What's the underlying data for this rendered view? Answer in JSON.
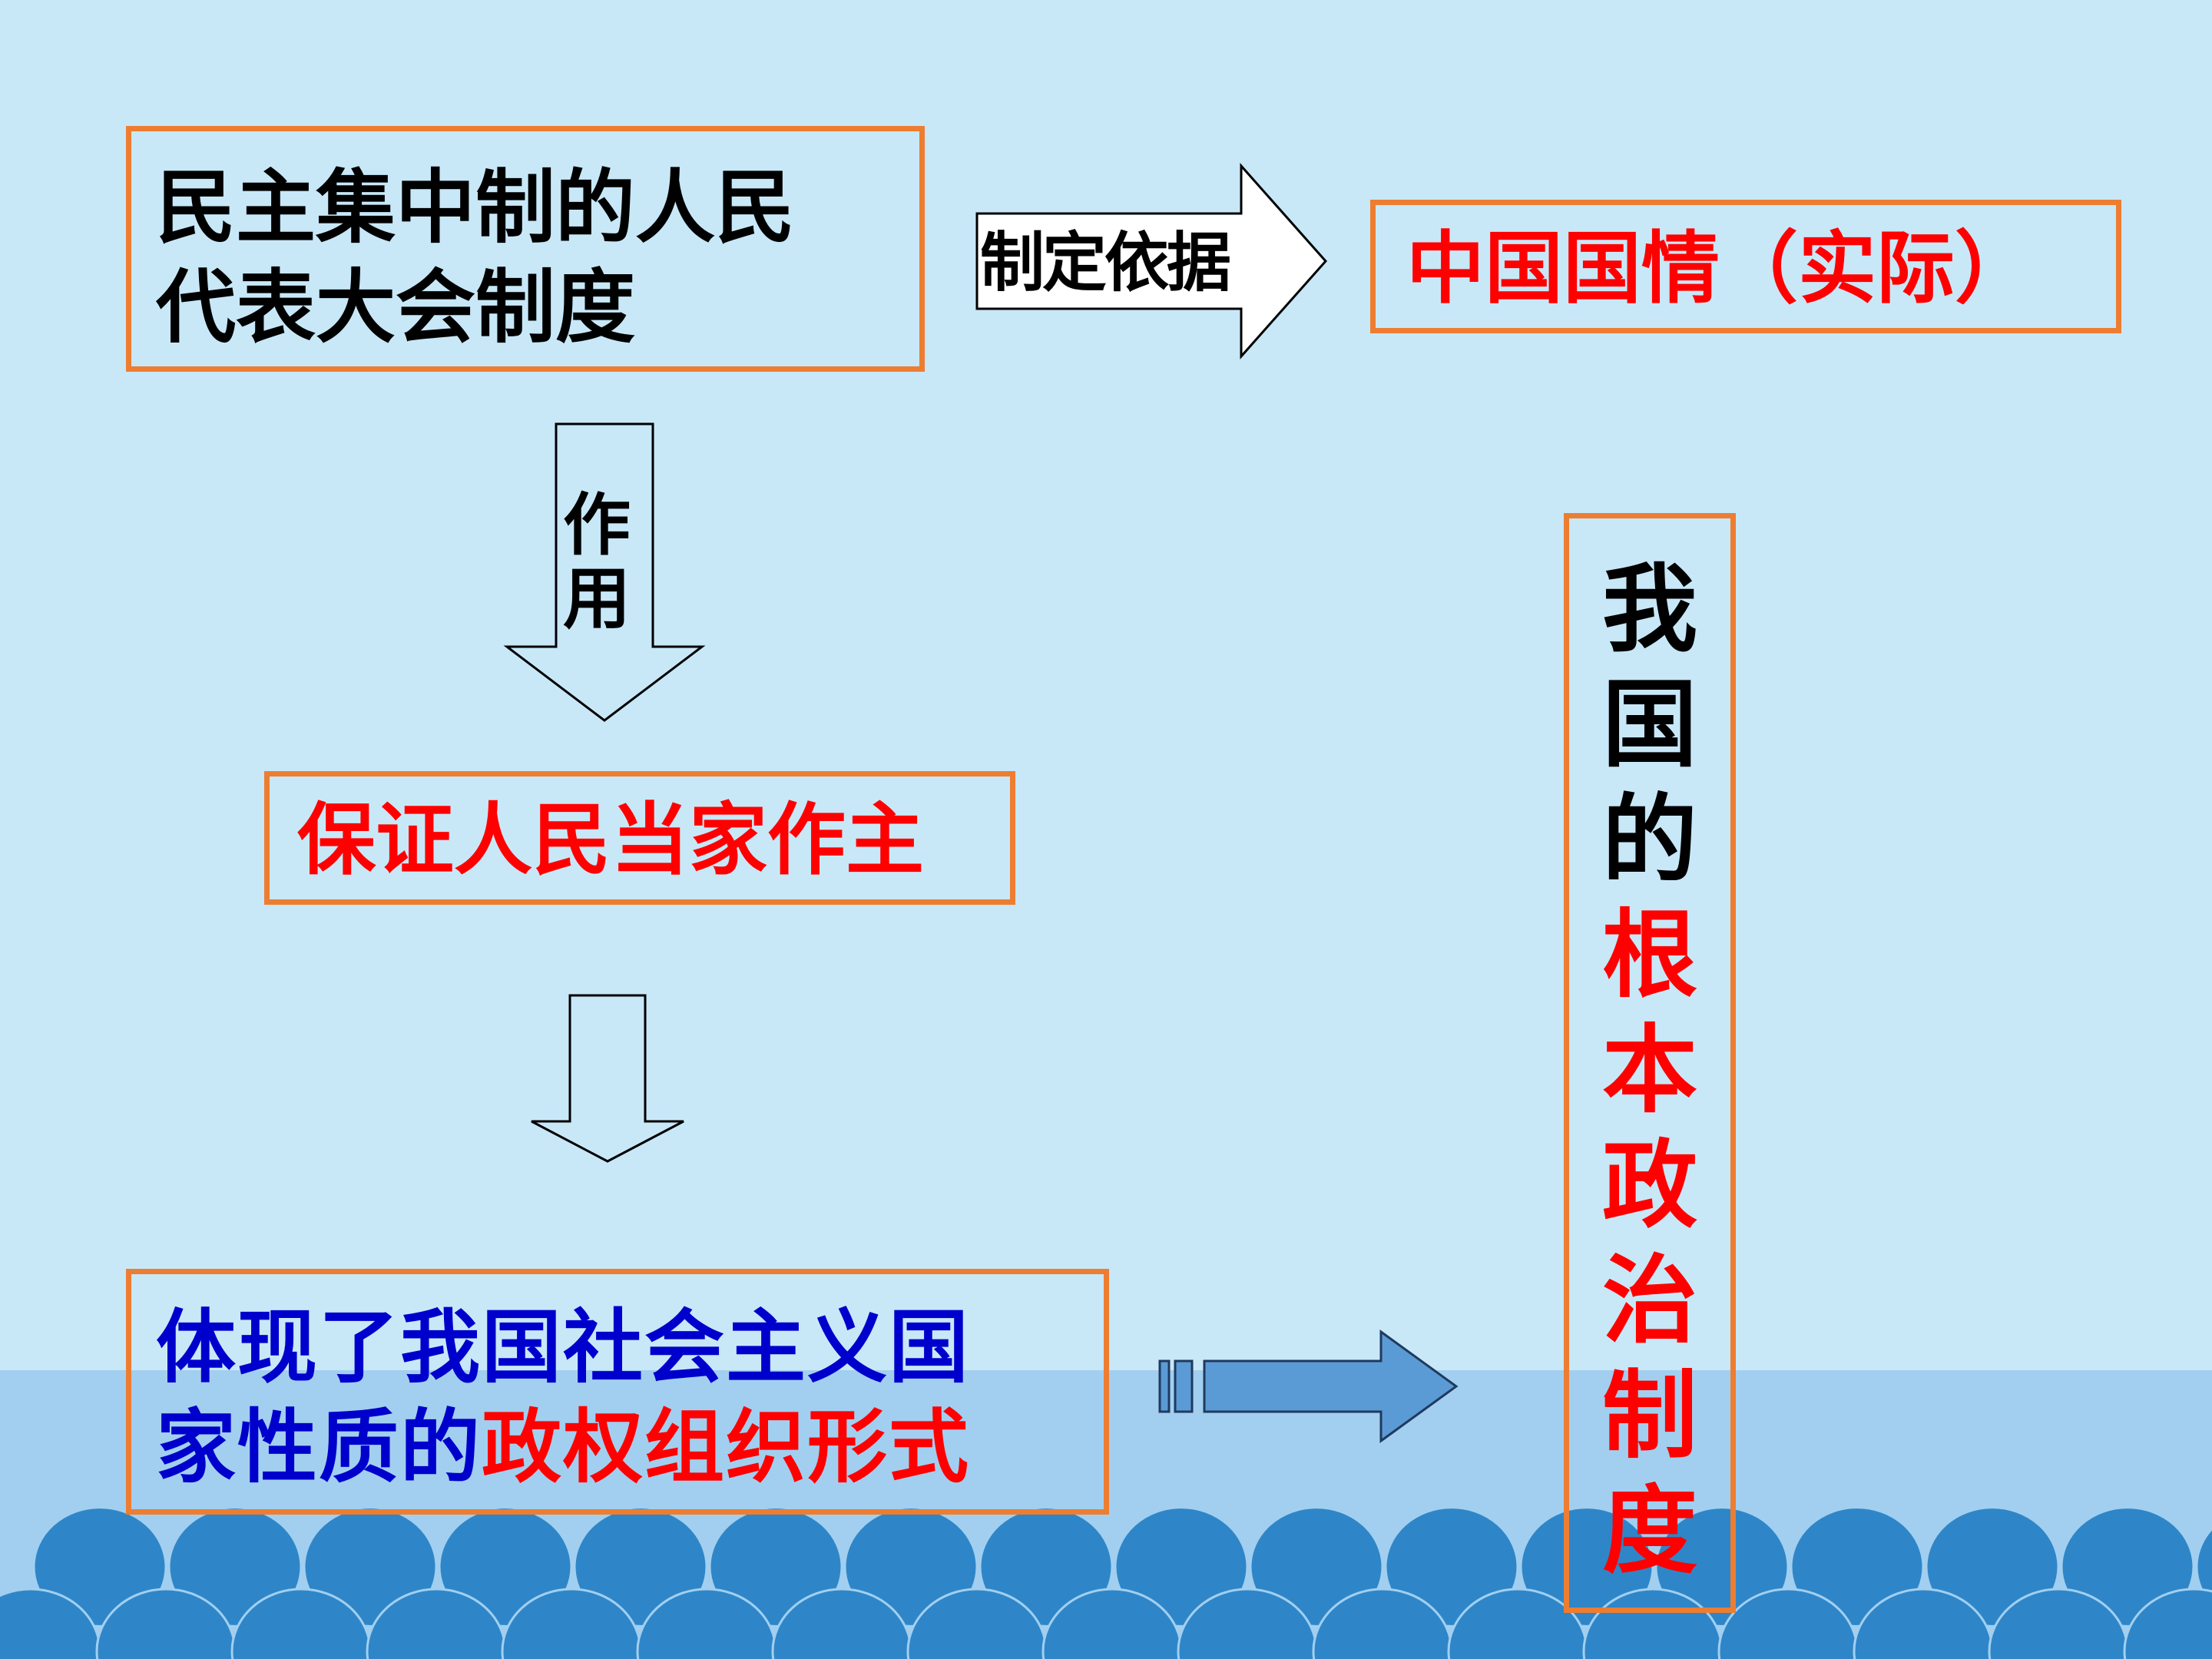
{
  "colors": {
    "background": "#C8E8F8",
    "box_border": "#ED7D31",
    "text_red": "#FF0000",
    "text_blue": "#0000CC",
    "arrow_fill": "#5B9BD5",
    "waves": "#2E86C8"
  },
  "nodes": {
    "system": {
      "line1": "民主集中制的人民",
      "line2": "代表大会制度"
    },
    "condition": {
      "text": "中国国情（实际）"
    },
    "guarantee": {
      "text": "保证人民当家作主"
    },
    "embody": {
      "line1": "体现了我国社会主义国",
      "line2_prefix": "家性质的",
      "line2_highlight": "政权组织形式"
    },
    "fundamental": {
      "prefix": "我国的",
      "highlight": "根本政治制度"
    }
  },
  "edges": {
    "basis_label": "制定依据",
    "role_label": "作用"
  }
}
